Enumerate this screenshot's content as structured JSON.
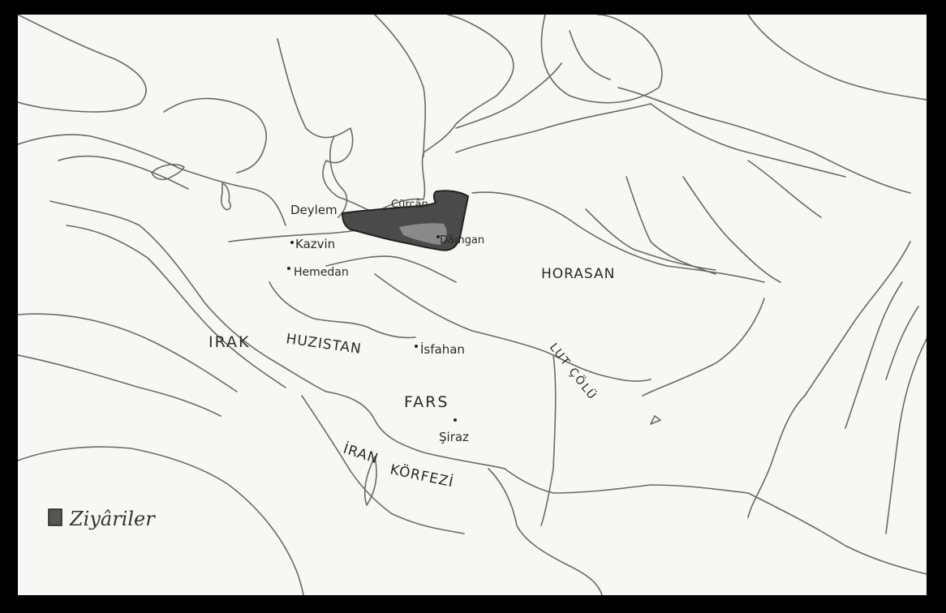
{
  "map": {
    "regions": {
      "irak": "IRAK",
      "huzistan": "HUZISTAN",
      "fars": "FARS",
      "horasan": "HORASAN",
      "lut_colu": "LUT ÇÖLÜ",
      "iran": "İRAN",
      "korfezi": "KÖRFEZİ"
    },
    "cities": {
      "deylem": "Deylem",
      "curcan": "Cürcân",
      "damgan": "Dâmgan",
      "kazvin": "Kazvin",
      "hemedan": "Hemedan",
      "isfahan": "İsfahan",
      "siraz": "Şiraz"
    },
    "legend": {
      "label": "Ziyâriler",
      "swatch_color": "#555555"
    },
    "colors": {
      "background": "#000000",
      "paper": "#f7f7f5",
      "line": "#6a6a6a",
      "dynasty_fill": "#4a4a4a"
    }
  }
}
